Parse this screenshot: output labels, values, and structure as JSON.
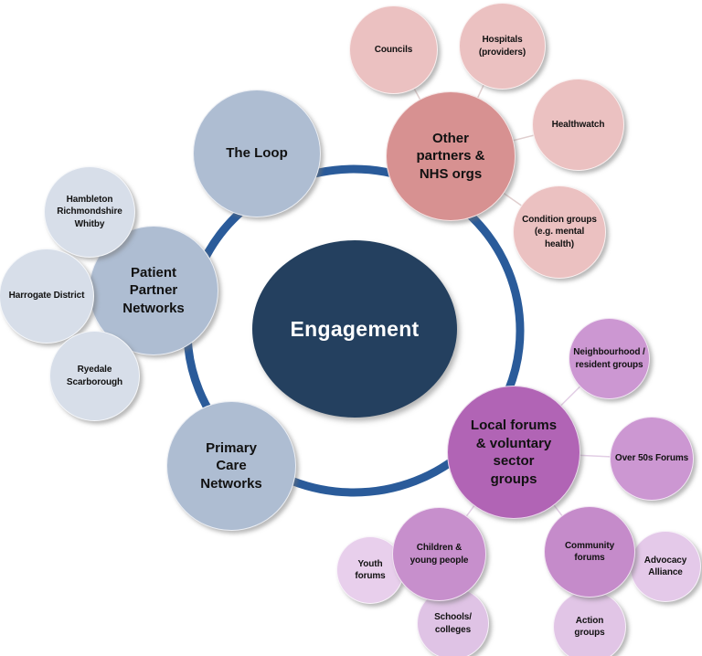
{
  "palette": {
    "background": "#FFFFFF",
    "center_navy": "#24405F",
    "ring_blue": "#2A5B9A",
    "slate_blue_main": "#AEBDD2",
    "slate_blue_satellite": "#D7DEE9",
    "salmon_main": "#D79191",
    "pink_satellite": "#EBC1C1",
    "purple_main": "#B164B5",
    "orchid_satellite": "#CC97D2",
    "orchid_light_satellite": "#E3C8E8",
    "label_dark": "#111111",
    "label_light": "#FFFFFF"
  },
  "diagram": {
    "center": {
      "label": "Engagement"
    },
    "clusters": {
      "the_loop": {
        "label": "The Loop"
      },
      "patient_partner_networks": {
        "label": "Patient\nPartner\nNetworks",
        "satellites": {
          "hambleton": {
            "label": "Hambleton\nRichmondshire\nWhitby"
          },
          "harrogate": {
            "label": "Harrogate District"
          },
          "ryedale": {
            "label": "Ryedale\nScarborough"
          }
        }
      },
      "primary_care_networks": {
        "label": "Primary\nCare\nNetworks"
      },
      "other_partners_nhs": {
        "label": "Other\npartners &\nNHS orgs",
        "satellites": {
          "councils": {
            "label": "Councils"
          },
          "hospitals": {
            "label": "Hospitals\n(providers)"
          },
          "healthwatch": {
            "label": "Healthwatch"
          },
          "condition_groups": {
            "label": "Condition groups\n(e.g. mental\nhealth)"
          }
        }
      },
      "local_forums": {
        "label": "Local forums\n& voluntary\nsector\ngroups",
        "satellites": {
          "neighbourhood": {
            "label": "Neighbourhood /\nresident groups"
          },
          "over_50s": {
            "label": "Over 50s Forums"
          },
          "community_forums": {
            "label": "Community\nforums"
          },
          "children_young_people": {
            "label": "Children &\nyoung people"
          },
          "youth_forums": {
            "label": "Youth\nforums"
          },
          "schools_colleges": {
            "label": "Schools/\ncolleges"
          },
          "advocacy_alliance": {
            "label": "Advocacy\nAlliance"
          },
          "action_groups": {
            "label": "Action\ngroups"
          }
        }
      }
    }
  }
}
